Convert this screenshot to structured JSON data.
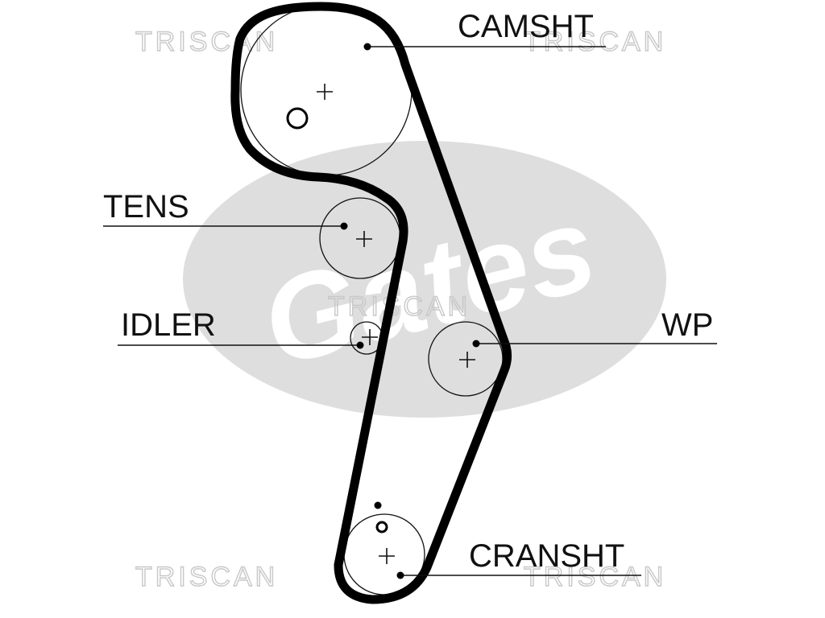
{
  "watermark": {
    "text": "TRISCAN"
  },
  "logo": {
    "text": "Gates",
    "fill_color": "#dedede"
  },
  "colors": {
    "belt": "#000000",
    "ink": "#111111",
    "watermark": "#c8c8c8"
  },
  "labels": {
    "camshaft": "CAMSHT",
    "tensioner": "TENS",
    "idler": "IDLER",
    "water_pump": "WP",
    "crankshaft": "CRANSHT"
  }
}
